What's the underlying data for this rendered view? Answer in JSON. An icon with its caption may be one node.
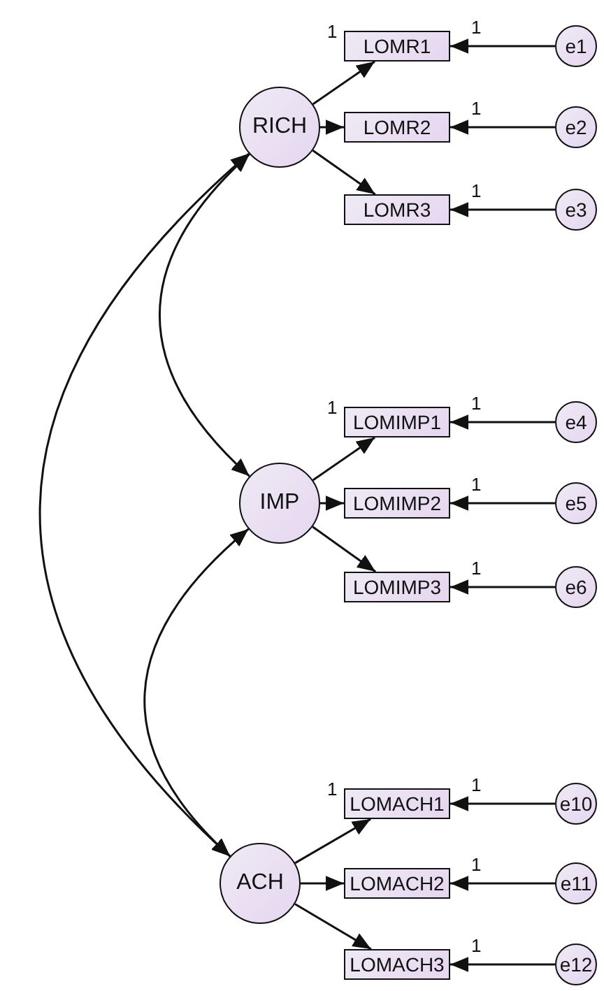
{
  "diagram": {
    "nodes": [
      {
        "text": [
          "RICH"
        ]
      },
      {
        "text": [
          "LOMR1"
        ]
      },
      {
        "text": [
          "LOMR2"
        ]
      },
      {
        "text": [
          "LOMR3"
        ]
      },
      {
        "text": [
          "e1"
        ]
      },
      {
        "text": [
          "e2"
        ]
      },
      {
        "text": [
          "e3"
        ]
      },
      {
        "text": [
          "IMP"
        ]
      },
      {
        "text": [
          "LOMIMP1"
        ]
      },
      {
        "text": [
          "LOMIMP2"
        ]
      },
      {
        "text": [
          "LOMIMP3"
        ]
      },
      {
        "text": [
          "e4"
        ]
      },
      {
        "text": [
          "e5"
        ]
      },
      {
        "text": [
          "e6"
        ]
      },
      {
        "text": [
          "ACH"
        ]
      },
      {
        "text": [
          "LOMACH1"
        ]
      },
      {
        "text": [
          "LOMACH2"
        ]
      },
      {
        "text": [
          "LOMACH3"
        ]
      },
      {
        "text": [
          "e10"
        ]
      },
      {
        "text": [
          "e11"
        ]
      },
      {
        "text": [
          "e12"
        ]
      }
    ],
    "edges": [
      {
        "from": 0,
        "to": 1,
        "arrow": "to",
        "label": "1"
      },
      {
        "from": 0,
        "to": 2,
        "arrow": "to"
      },
      {
        "from": 0,
        "to": 3,
        "arrow": "to"
      },
      {
        "from": 4,
        "to": 1,
        "arrow": "to",
        "label": "1"
      },
      {
        "from": 5,
        "to": 2,
        "arrow": "to",
        "label": "1"
      },
      {
        "from": 6,
        "to": 3,
        "arrow": "to",
        "label": "1"
      },
      {
        "from": 7,
        "to": 8,
        "arrow": "to",
        "label": "1"
      },
      {
        "from": 7,
        "to": 9,
        "arrow": "to"
      },
      {
        "from": 7,
        "to": 10,
        "arrow": "to"
      },
      {
        "from": 11,
        "to": 8,
        "arrow": "to",
        "label": "1"
      },
      {
        "from": 12,
        "to": 9,
        "arrow": "to",
        "label": "1"
      },
      {
        "from": 13,
        "to": 10,
        "arrow": "to",
        "label": "1"
      },
      {
        "from": 14,
        "to": 15,
        "arrow": "to",
        "label": "1"
      },
      {
        "from": 14,
        "to": 16,
        "arrow": "to"
      },
      {
        "from": 14,
        "to": 17,
        "arrow": "to"
      },
      {
        "from": 18,
        "to": 15,
        "arrow": "to",
        "label": "1"
      },
      {
        "from": 19,
        "to": 16,
        "arrow": "to",
        "label": "1"
      },
      {
        "from": 20,
        "to": 17,
        "arrow": "to",
        "label": "1"
      },
      {
        "from": 0,
        "to": 7,
        "arrow": "both"
      },
      {
        "from": 7,
        "to": 14,
        "arrow": "both"
      },
      {
        "from": 0,
        "to": 14,
        "arrow": "both"
      }
    ]
  }
}
